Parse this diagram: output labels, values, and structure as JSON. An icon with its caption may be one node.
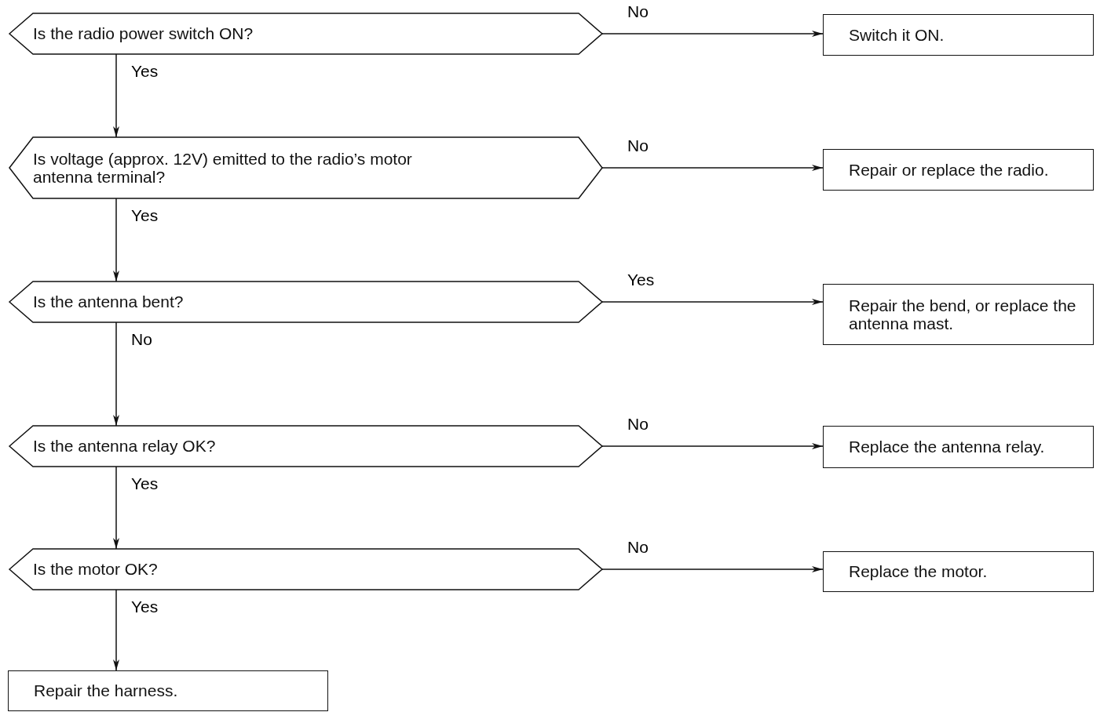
{
  "diagram": {
    "nodes": [
      {
        "text": [
          "Is the radio power switch ON?"
        ]
      },
      {
        "text": [
          "Switch it ON."
        ]
      },
      {
        "text": [
          "Is voltage (approx. 12V) emitted to the radio’s motor antenna terminal?"
        ]
      },
      {
        "text": [
          "Repair or replace the radio."
        ]
      },
      {
        "text": [
          "Is the antenna bent?"
        ]
      },
      {
        "text": [
          "Repair the bend, or replace the antenna mast."
        ]
      },
      {
        "text": [
          "Is the antenna relay OK?"
        ]
      },
      {
        "text": [
          "Replace the antenna relay."
        ]
      },
      {
        "text": [
          "Is the motor OK?"
        ]
      },
      {
        "text": [
          "Replace the motor."
        ]
      },
      {
        "text": [
          "Repair the harness."
        ]
      }
    ],
    "edges": [
      {
        "from": 0,
        "to": 1,
        "arrow": "to",
        "label": "No"
      },
      {
        "from": 0,
        "to": 2,
        "arrow": "to",
        "label": "Yes"
      },
      {
        "from": 2,
        "to": 3,
        "arrow": "to",
        "label": "No"
      },
      {
        "from": 2,
        "to": 4,
        "arrow": "to",
        "label": "Yes"
      },
      {
        "from": 4,
        "to": 5,
        "arrow": "to",
        "label": "Yes"
      },
      {
        "from": 4,
        "to": 6,
        "arrow": "to",
        "label": "No"
      },
      {
        "from": 6,
        "to": 7,
        "arrow": "to",
        "label": "No"
      },
      {
        "from": 6,
        "to": 8,
        "arrow": "to",
        "label": "Yes"
      },
      {
        "from": 8,
        "to": 9,
        "arrow": "to",
        "label": "No"
      },
      {
        "from": 8,
        "to": 10,
        "arrow": "to",
        "label": "Yes"
      }
    ]
  }
}
